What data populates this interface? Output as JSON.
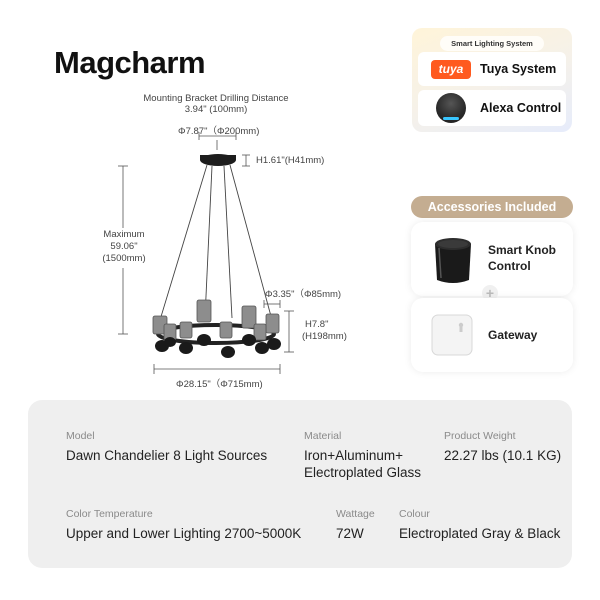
{
  "brand": "Magcharm",
  "dimensions": {
    "bracket_title": "Mounting Bracket Drilling Distance",
    "bracket_value": "3.94\" (100mm)",
    "canopy_diameter": "Φ7.87\"（Φ200mm)",
    "canopy_height": "H1.61\"(H41mm)",
    "max_label": "Maximum",
    "max_in": "59.06\"",
    "max_mm": "(1500mm)",
    "shade_diameter": "Φ3.35\"（Φ85mm)",
    "body_height_in": "H7.8\"",
    "body_height_mm": "(H198mm)",
    "overall_diameter": "Φ28.15\"（Φ715mm)"
  },
  "smart_system": {
    "title": "Smart Lighting System",
    "tuya_logo": "tuya",
    "tuya_label": "Tuya System",
    "alexa_label": "Alexa Control"
  },
  "accessories": {
    "title": "Accessories Included",
    "knob_label_1": "Smart Knob",
    "knob_label_2": "Control",
    "plus": "+",
    "gateway_label": "Gateway"
  },
  "specs": {
    "model_label": "Model",
    "model_value": "Dawn Chandelier 8 Light Sources",
    "material_label": "Material",
    "material_value_1": "Iron+Aluminum+",
    "material_value_2": "Electroplated Glass",
    "weight_label": "Product Weight",
    "weight_value": "22.27 lbs (10.1 KG)",
    "color_temp_label": "Color Temperature",
    "color_temp_value": "Upper and Lower Lighting 2700~5000K",
    "wattage_label": "Wattage",
    "wattage_value": "72W",
    "colour_label": "Colour",
    "colour_value": "Electroplated Gray & Black"
  },
  "colors": {
    "accent": "#c4ad91",
    "tuya": "#ff5a1f",
    "panel": "#efefef"
  }
}
